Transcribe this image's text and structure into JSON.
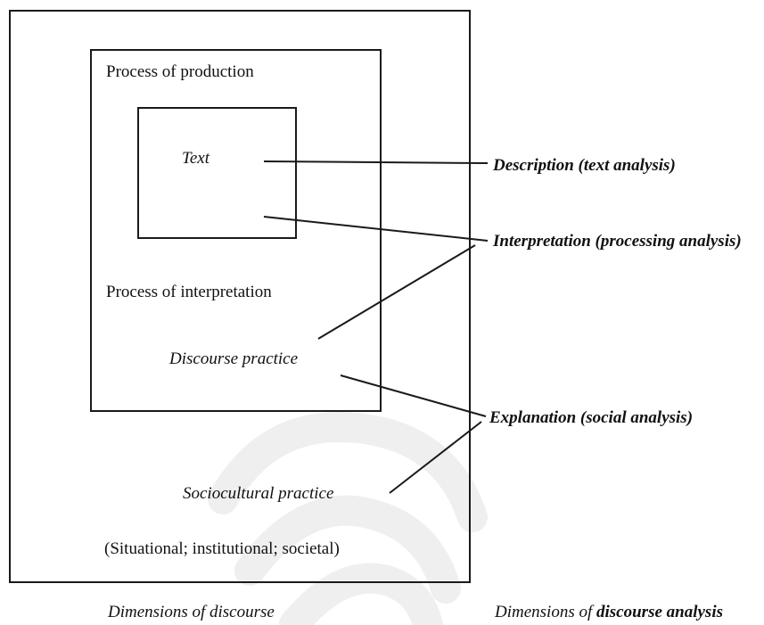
{
  "diagram": {
    "inner_box_label": "Text",
    "middle_box": {
      "top_label": "Process of production",
      "bottom_label": "Process of interpretation",
      "center_label": "Discourse practice"
    },
    "outer_box": {
      "center_label": "Sociocultural practice",
      "sub_label": "(Situational; institutional; societal)"
    },
    "right_labels": {
      "description": "Description (text analysis)",
      "interpretation": "Interpretation (processing analysis)",
      "explanation": "Explanation (social analysis)"
    },
    "captions": {
      "left": "Dimensions of discourse",
      "right_prefix": "Dimensions of ",
      "right_bold": "discourse analysis"
    }
  }
}
